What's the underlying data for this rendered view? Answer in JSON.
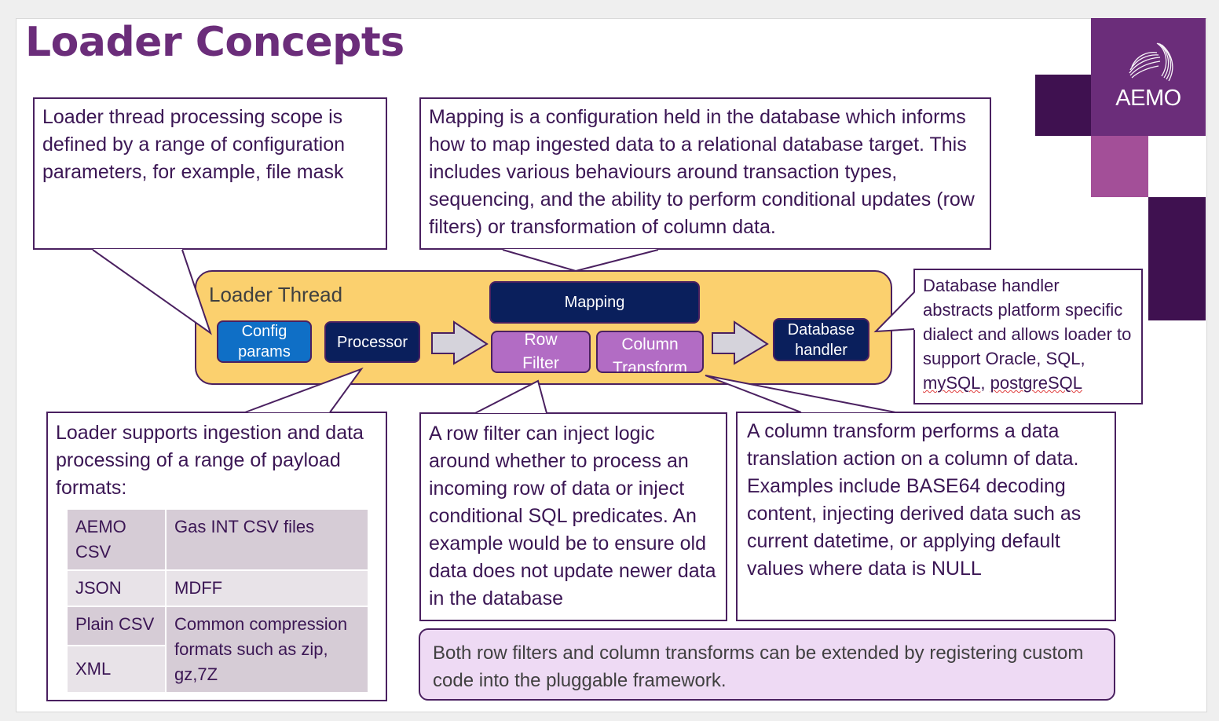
{
  "slide": {
    "title": "Loader Concepts",
    "logo_text": "AEMO",
    "callouts": {
      "scope": "Loader thread processing scope is defined by a range of configuration parameters, for example, file mask",
      "mapping": "Mapping is a configuration held in the database which informs how to map ingested data to a relational database target. This includes various behaviours around transaction types, sequencing, and the ability to perform conditional updates (row filters) or transformation of column data.",
      "database_prefix": "Database handler abstracts platform specific dialect and allows loader to support Oracle, SQL, ",
      "database_spell_1": "mySQL",
      "database_sep": ", ",
      "database_spell_2": "postgreSQL",
      "formats_intro": "Loader supports ingestion and data processing of a range of payload formats:",
      "row_filter": "A row filter can inject logic around whether to process an incoming row of data or inject conditional SQL predicates. An example would be to ensure old data does not update newer data in the database",
      "column_transform": "A column transform performs a data translation action on a column of data. Examples include BASE64 decoding content, injecting derived data such as current datetime, or applying default values where data is NULL"
    },
    "thread": {
      "label": "Loader Thread",
      "config_params": "Config params",
      "processor": "Processor",
      "mapping": "Mapping",
      "row_filter": "Row Filter",
      "column_transform": "Column Transform",
      "database_handler": "Database handler"
    },
    "formats_table": {
      "rows": [
        [
          "AEMO CSV",
          "Gas INT CSV files"
        ],
        [
          "JSON",
          "MDFF"
        ],
        [
          "Plain CSV",
          "Common compression formats such as zip, gz,7Z"
        ],
        [
          "XML",
          ""
        ]
      ]
    },
    "note": "Both row filters and column transforms can be extended by registering custom code into the pluggable framework."
  },
  "colors": {
    "title": "#6b2d7a",
    "thread_bg": "#fbd06e",
    "navy_block": "#0a1f5c",
    "blue_block": "#0f6fc6",
    "purple_block": "#b26cc4",
    "note_bg": "#eedaf4",
    "logo_main": "#6b2d7a",
    "logo_dark": "#3f1150",
    "logo_light": "#a34f98"
  }
}
